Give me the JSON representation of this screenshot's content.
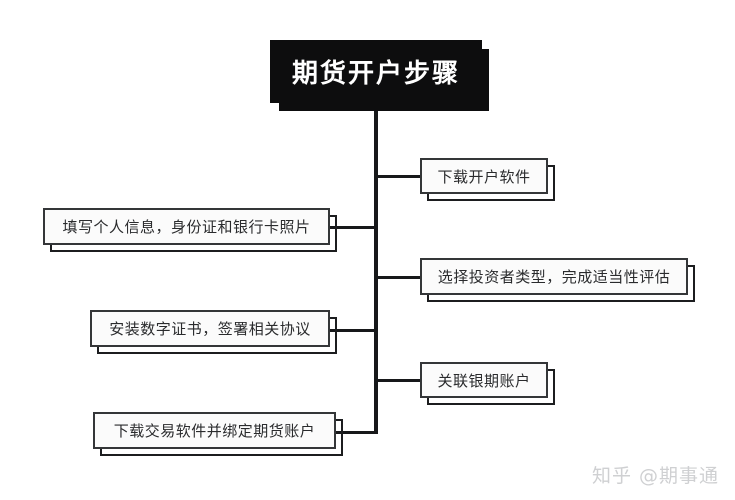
{
  "diagram": {
    "title_node": {
      "label": "期货开户步骤"
    },
    "nodes": [
      {
        "id": "node-download-account-software",
        "label": "下载开户软件",
        "side": "right"
      },
      {
        "id": "node-fill-personal-info",
        "label": "填写个人信息，身份证和银行卡照片",
        "side": "left"
      },
      {
        "id": "node-choose-investor-type",
        "label": "选择投资者类型，完成适当性评估",
        "side": "right"
      },
      {
        "id": "node-install-certificate",
        "label": "安装数字证书，签署相关协议",
        "side": "left"
      },
      {
        "id": "node-link-bank-account",
        "label": "关联银期账户",
        "side": "right"
      },
      {
        "id": "node-download-trading-software",
        "label": "下载交易软件并绑定期货账户",
        "side": "left"
      }
    ]
  },
  "watermark": {
    "text": "知乎 @期事通"
  },
  "colors": {
    "title_fill": "#0d0d0e",
    "title_text": "#ffffff",
    "node_fill": "#fbfbfb",
    "node_border": "#343638",
    "line": "#17181a",
    "watermark": "#cfd0d2",
    "background": "#ffffff"
  }
}
